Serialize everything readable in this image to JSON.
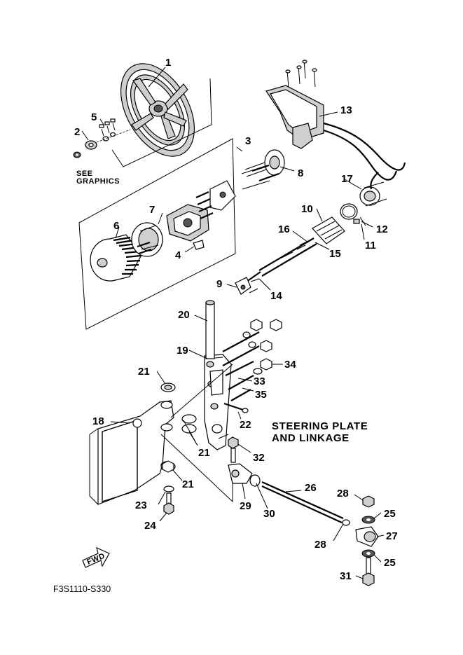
{
  "diagram": {
    "title_line1": "STEERING PLATE",
    "title_line2": "AND LINKAGE",
    "see_graphics_line1": "SEE",
    "see_graphics_line2": "GRAPHICS",
    "fwd_label": "FWD",
    "drawing_code": "F3S1110-S330",
    "callouts": {
      "c1": "1",
      "c2": "2",
      "c3": "3",
      "c4": "4",
      "c5": "5",
      "c6": "6",
      "c7": "7",
      "c8": "8",
      "c9": "9",
      "c10": "10",
      "c11": "11",
      "c12": "12",
      "c13": "13",
      "c14": "14",
      "c15": "15",
      "c16": "16",
      "c17": "17",
      "c18": "18",
      "c19": "19",
      "c20": "20",
      "c21a": "21",
      "c21b": "21",
      "c21c": "21",
      "c22": "22",
      "c23": "23",
      "c24": "24",
      "c25a": "25",
      "c25b": "25",
      "c26": "26",
      "c27": "27",
      "c28a": "28",
      "c28b": "28",
      "c29": "29",
      "c30": "30",
      "c31": "31",
      "c32": "32",
      "c33": "33",
      "c34": "34",
      "c35": "35"
    }
  }
}
